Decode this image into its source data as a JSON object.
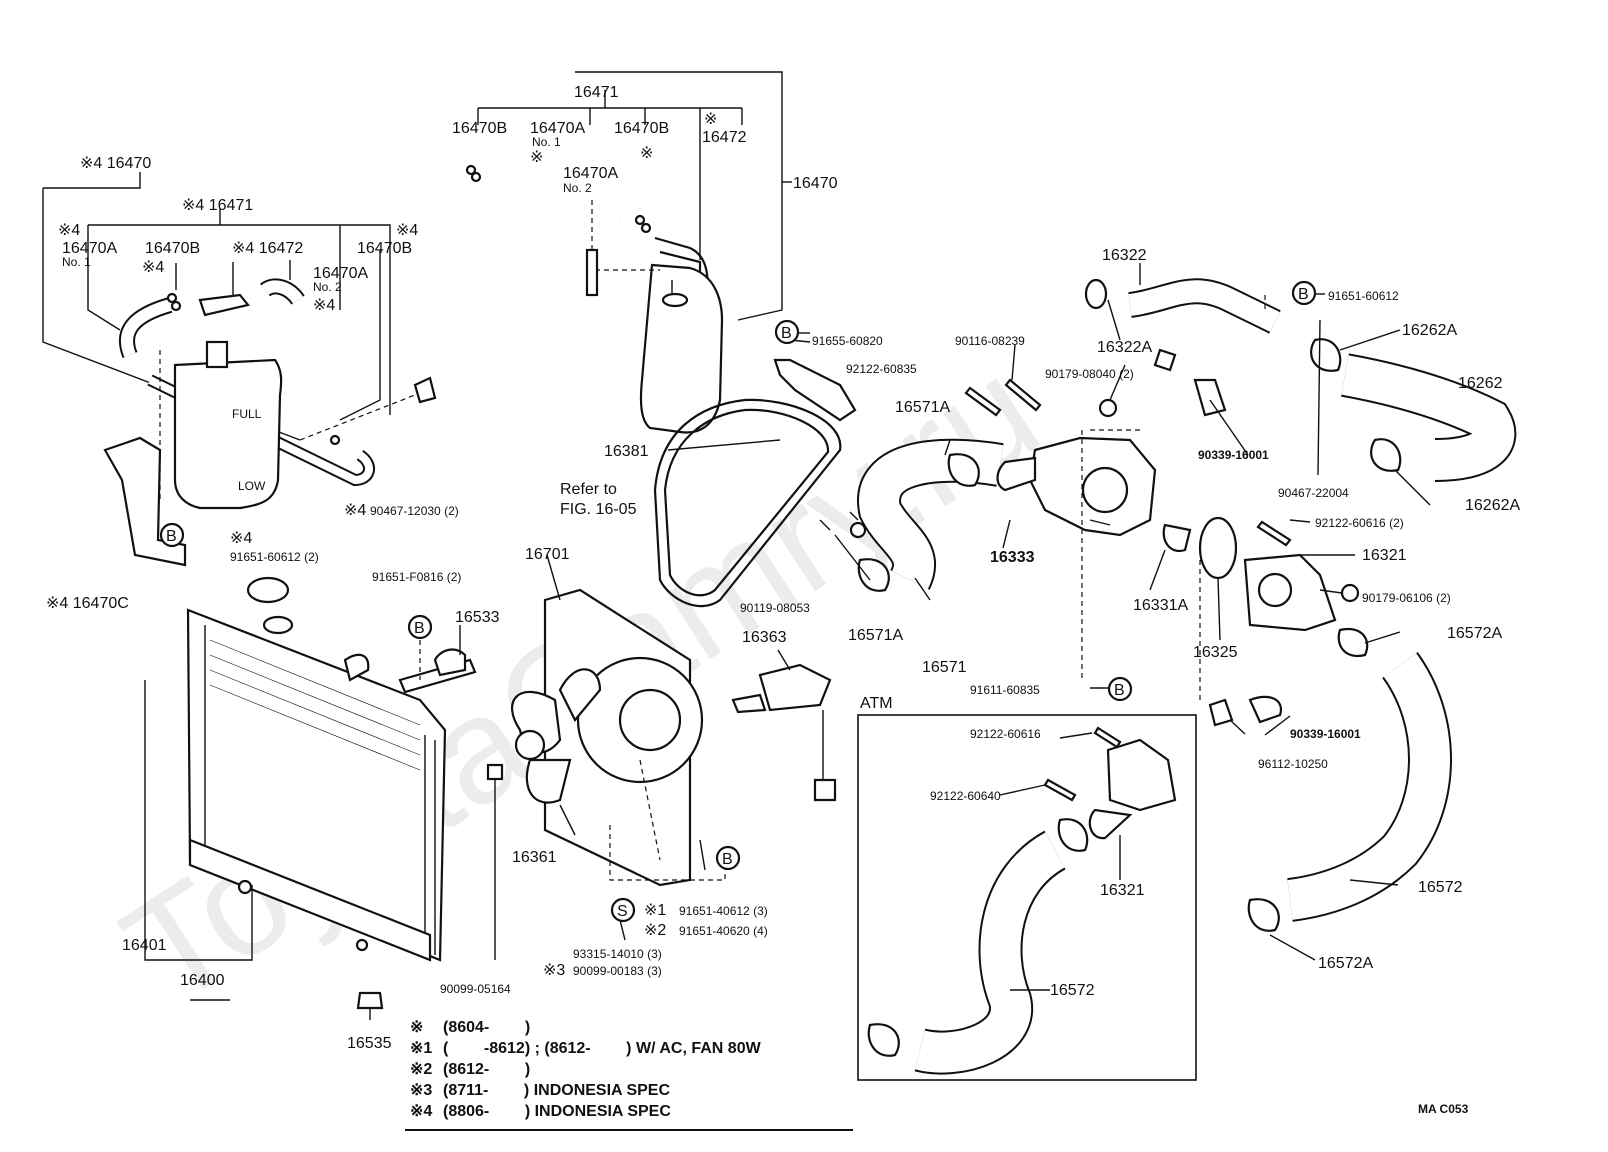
{
  "watermark": "ToyotaCamry.ru",
  "code": "MA  C053",
  "refer": {
    "line1": "Refer to",
    "line2": "FIG. 16-05"
  },
  "atm_label": "ATM",
  "marks": {
    "b": "B",
    "s": "S"
  },
  "labels": {
    "p16471_top": "16471",
    "p16470b_a": "16470B",
    "p16470a_mid": "16470A",
    "p16470a_no1_note": "No. 1",
    "p16470b_b": "16470B",
    "p16472_top": "16472",
    "p16470a_no2": "16470A",
    "p16470a_no2_note": "No. 2",
    "p16470_right": "16470",
    "p16470_left": "※4 16470",
    "p16471_left": "※4 16471",
    "p16470a_left": "16470A",
    "p16470a_left_note": "No. 1",
    "p16470b_left": "16470B",
    "p16472_left": "※4 16472",
    "p16470b_left2": "16470B",
    "p16470a_left2": "16470A",
    "p16470a_left2_note": "No. 2",
    "star4": "※4",
    "star": "※",
    "p90467_12030": "90467-12030 (2)",
    "p91651_60612_2": "91651-60612 (2)",
    "p16470c": "※4 16470C",
    "p91651_f0816": "91651-F0816 (2)",
    "p16533": "16533",
    "p16401": "16401",
    "p16400": "16400",
    "p90099_05164": "90099-05164",
    "p16535": "16535",
    "p16701": "16701",
    "p16361": "16361",
    "p16363": "16363",
    "p91651_40612": "91651-40612 (3)",
    "p91651_40620": "91651-40620 (4)",
    "p93315": "93315-14010 (3)",
    "p90099_00183": "90099-00183 (3)",
    "star1": "※1",
    "star2": "※2",
    "star3": "※3",
    "p91655": "91655-60820",
    "p16381": "16381",
    "p90119": "90119-08053",
    "p92122_60835": "92122-60835",
    "p90116": "90116-08239",
    "p90179_08040": "90179-08040 (2)",
    "p16571a_top": "16571A",
    "p16571a_bot": "16571A",
    "p16571": "16571",
    "p16333": "16333",
    "p16322": "16322",
    "p16322a": "16322A",
    "p91651_60612": "91651-60612",
    "p16262a_top": "16262A",
    "p16262": "16262",
    "p90339_top": "90339-16001",
    "p90467_22004": "90467-22004",
    "p16262a_bot": "16262A",
    "p92122_60616_2": "92122-60616 (2)",
    "p16321": "16321",
    "p16331a": "16331A",
    "p16325": "16325",
    "p90179_06106": "90179-06106 (2)",
    "p16572a_top": "16572A",
    "p91611": "91611-60835",
    "p90339_bot": "90339-16001",
    "p96112": "96112-10250",
    "p92122_60616": "92122-60616",
    "p92122_60640": "92122-60640",
    "p16321_atm": "16321",
    "p16572_atm": "16572",
    "p16572": "16572",
    "p16572a_bot": "16572A"
  },
  "legend": [
    {
      "mark": "※",
      "text": "(8604-        )"
    },
    {
      "mark": "※1",
      "text": "(        -8612) ; (8612-        ) W/ AC, FAN 80W"
    },
    {
      "mark": "※2",
      "text": "(8612-        )"
    },
    {
      "mark": "※3",
      "text": "(8711-        ) INDONESIA SPEC"
    },
    {
      "mark": "※4",
      "text": "(8806-        ) INDONESIA SPEC"
    }
  ]
}
